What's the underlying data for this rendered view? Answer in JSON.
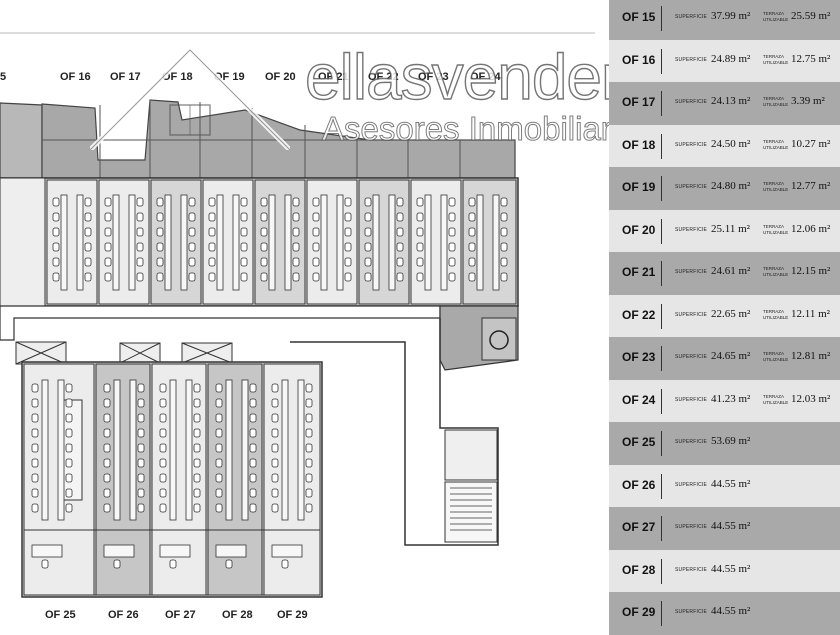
{
  "watermark": {
    "brand": "ellasvenden",
    "registered_mark": "®",
    "tagline": "Asesores Inmobiliarios"
  },
  "plan": {
    "top_labels": [
      "5",
      "OF 16",
      "OF 17",
      "OF 18",
      "OF 19",
      "OF 20",
      "OF 21",
      "OF 22",
      "OF 23",
      "OF 24"
    ],
    "bottom_labels": [
      "OF 25",
      "OF 26",
      "OF 27",
      "OF 28",
      "OF 29"
    ]
  },
  "table": {
    "rows": [
      {
        "code": "OF 15",
        "label1": "SUPERFICIE",
        "v1": "37.99 m²",
        "label2": "TERRAZA UTILIZABLE",
        "v2": "25.59 m²"
      },
      {
        "code": "OF 16",
        "label1": "SUPERFICIE",
        "v1": "24.89 m²",
        "label2": "TERRAZA UTILIZABLE",
        "v2": "12.75 m²"
      },
      {
        "code": "OF 17",
        "label1": "SUPERFICIE",
        "v1": "24.13 m²",
        "label2": "TERRAZA UTILIZABLE",
        "v2": "3.39 m²"
      },
      {
        "code": "OF 18",
        "label1": "SUPERFICIE",
        "v1": "24.50 m²",
        "label2": "TERRAZA UTILIZABLE",
        "v2": "10.27 m²"
      },
      {
        "code": "OF 19",
        "label1": "SUPERFICIE",
        "v1": "24.80 m²",
        "label2": "TERRAZA UTILIZABLE",
        "v2": "12.77 m²"
      },
      {
        "code": "OF 20",
        "label1": "SUPERFICIE",
        "v1": "25.11 m²",
        "label2": "TERRAZA UTILIZABLE",
        "v2": "12.06 m²"
      },
      {
        "code": "OF 21",
        "label1": "SUPERFICIE",
        "v1": "24.61 m²",
        "label2": "TERRAZA UTILIZABLE",
        "v2": "12.15 m²"
      },
      {
        "code": "OF 22",
        "label1": "SUPERFICIE",
        "v1": "22.65 m²",
        "label2": "TERRAZA UTILIZABLE",
        "v2": "12.11 m²"
      },
      {
        "code": "OF 23",
        "label1": "SUPERFICIE",
        "v1": "24.65 m²",
        "label2": "TERRAZA UTILIZABLE",
        "v2": "12.81 m²"
      },
      {
        "code": "OF 24",
        "label1": "SUPERFICIE",
        "v1": "41.23 m²",
        "label2": "TERRAZA UTILIZABLE",
        "v2": "12.03 m²"
      },
      {
        "code": "OF 25",
        "label1": "SUPERFICIE",
        "v1": "53.69 m²",
        "label2": "",
        "v2": ""
      },
      {
        "code": "OF 26",
        "label1": "SUPERFICIE",
        "v1": "44.55 m²",
        "label2": "",
        "v2": ""
      },
      {
        "code": "OF 27",
        "label1": "SUPERFICIE",
        "v1": "44.55 m²",
        "label2": "",
        "v2": ""
      },
      {
        "code": "OF 28",
        "label1": "SUPERFICIE",
        "v1": "44.55 m²",
        "label2": "",
        "v2": ""
      },
      {
        "code": "OF 29",
        "label1": "SUPERFICIE",
        "v1": "44.55 m²",
        "label2": "",
        "v2": ""
      }
    ]
  }
}
